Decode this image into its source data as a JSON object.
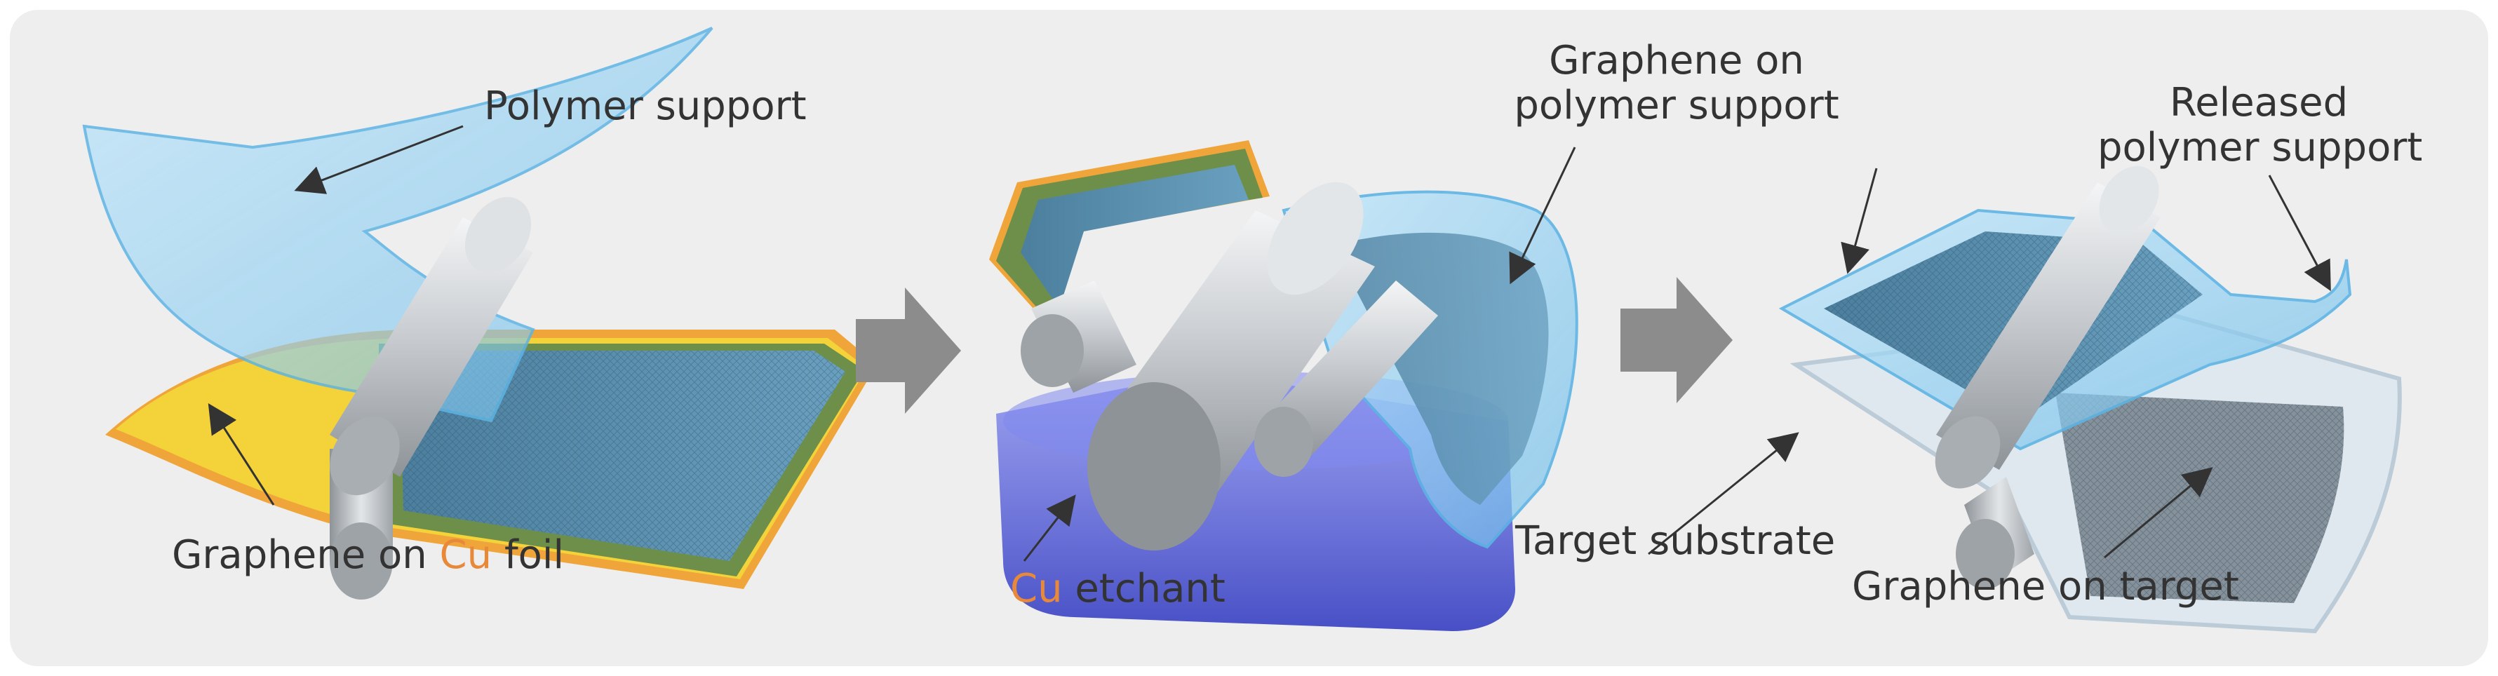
{
  "labels": {
    "polymer_support": "Polymer support",
    "graphene_on": "Graphene on",
    "cu_word": "Cu",
    "foil_word": "foil",
    "etchant_word": "etchant",
    "graphene_on_polymer_line1": "Graphene on",
    "graphene_on_polymer_line2": "polymer support",
    "released_line1": "Released",
    "released_line2": "polymer support",
    "target_substrate": "Target substrate",
    "graphene_on_target": "Graphene on target"
  },
  "colors": {
    "polymer_blue": "#8fd0f0",
    "copper": "#f2a33a",
    "copper_yellow": "#f3d23a",
    "graphene_green": "#6d8f4a",
    "etchant_blue": "#5a63d8",
    "roller_grey": "#b8bcc0",
    "arrow_grey": "#8c8c8c",
    "label_text": "#333333",
    "cu_accent": "#e8893a"
  }
}
